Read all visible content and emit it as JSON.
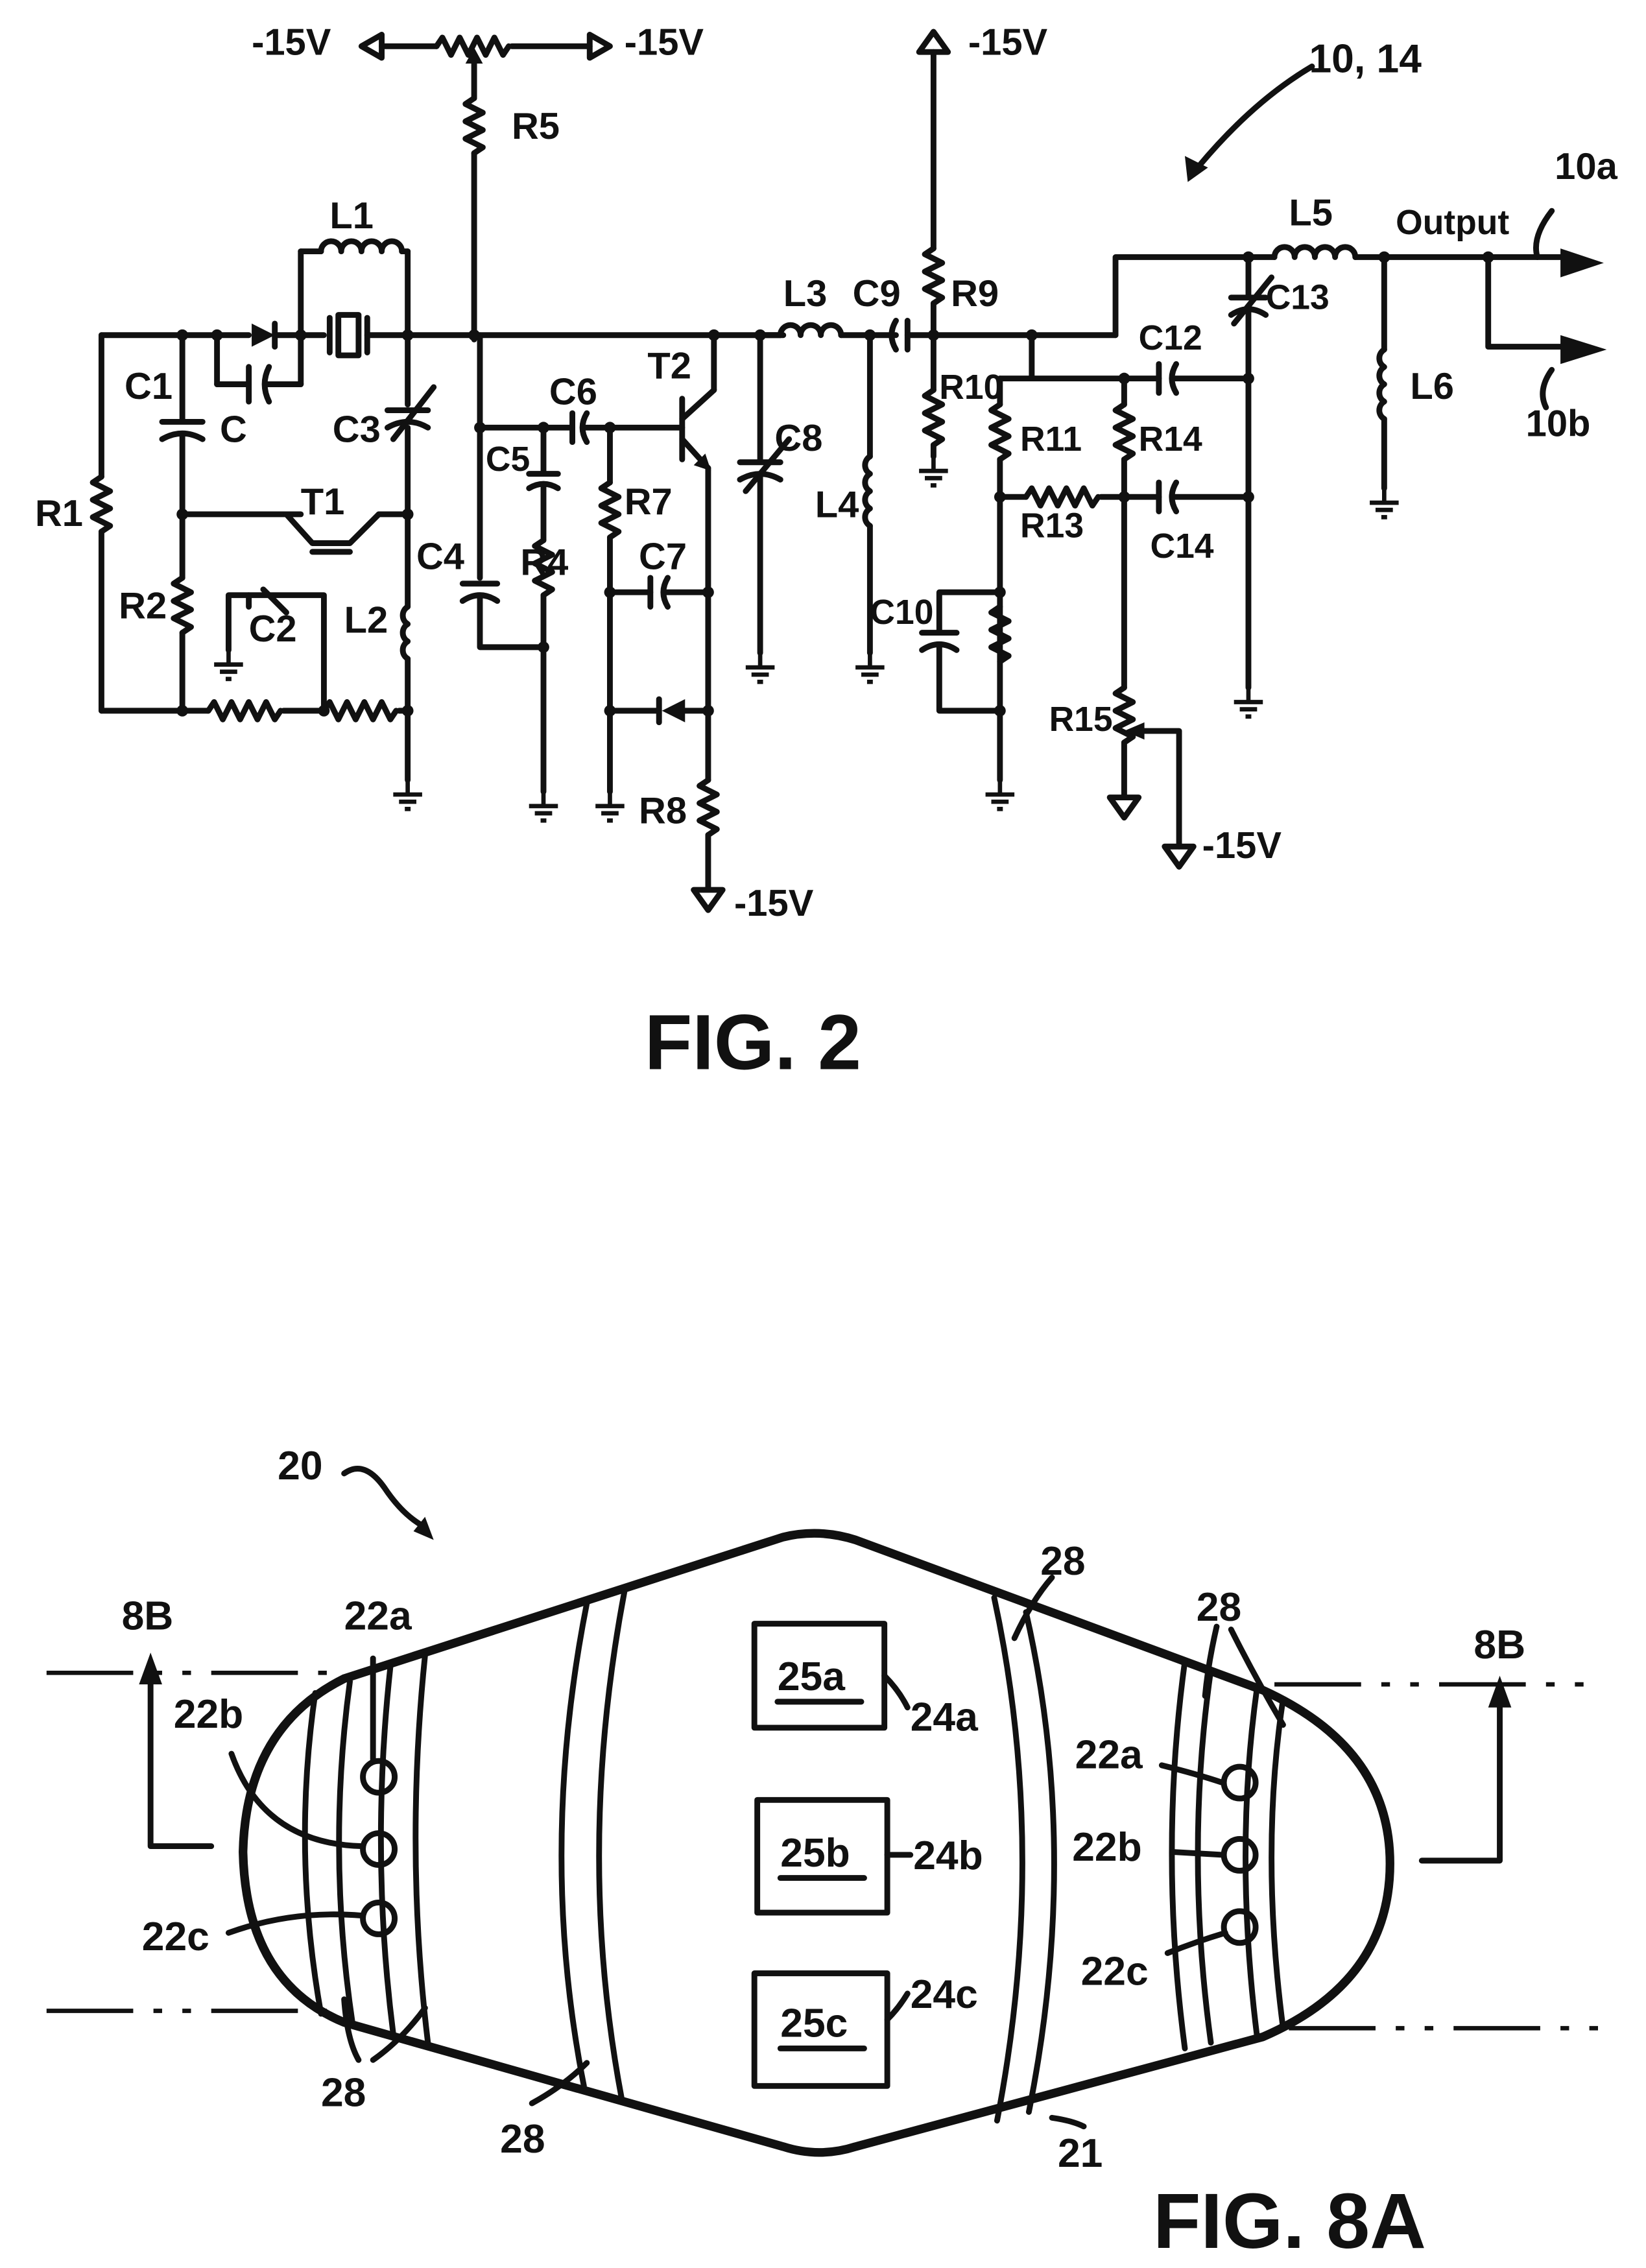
{
  "fig2": {
    "caption": "FIG. 2",
    "ref_label": "10, 14",
    "supply_label": "-15V",
    "output_label": "Output",
    "out_a": "10a",
    "out_b": "10b",
    "components": {
      "r1": "R1",
      "r2": "R2",
      "r4": "R4",
      "r5": "R5",
      "r7": "R7",
      "r8": "R8",
      "r9": "R9",
      "r10": "R10",
      "r11": "R11",
      "r13": "R13",
      "r14": "R14",
      "r15": "R15",
      "c": "C",
      "c1": "C1",
      "c2": "C2",
      "c3": "C3",
      "c4": "C4",
      "c5": "C5",
      "c6": "C6",
      "c7": "C7",
      "c8": "C8",
      "c9": "C9",
      "c10": "C10",
      "c12": "C12",
      "c13": "C13",
      "c14": "C14",
      "l1": "L1",
      "l2": "L2",
      "l3": "L3",
      "l4": "L4",
      "l5": "L5",
      "l6": "L6",
      "t1": "T1",
      "t2": "T2"
    }
  },
  "fig8a": {
    "caption": "FIG. 8A",
    "ref_20": "20",
    "ref_21": "21",
    "ref_28": "28",
    "section": "8B",
    "electrodes": [
      "22a",
      "22b",
      "22c"
    ],
    "modules": [
      {
        "inner": "25a",
        "outer": "24a"
      },
      {
        "inner": "25b",
        "outer": "24b"
      },
      {
        "inner": "25c",
        "outer": "24c"
      }
    ]
  }
}
